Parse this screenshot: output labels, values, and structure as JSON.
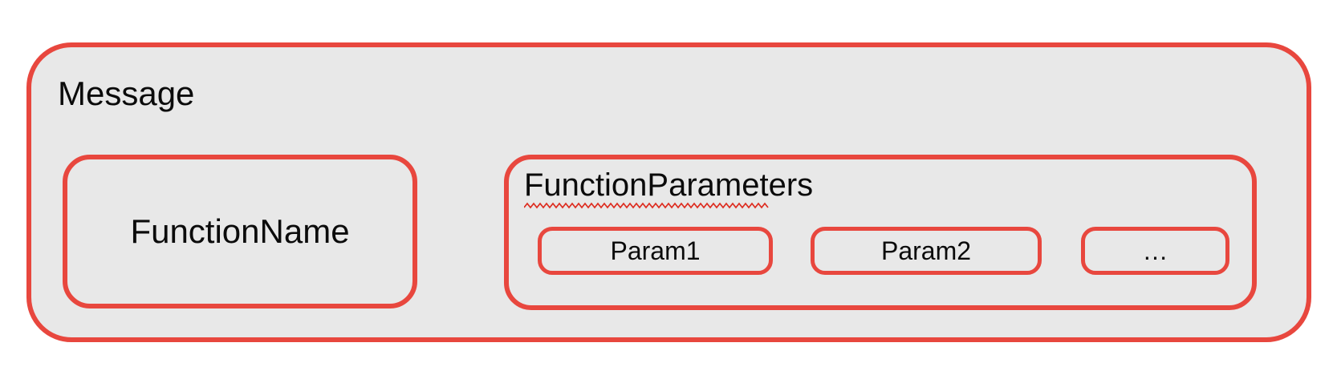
{
  "diagram": {
    "message": {
      "label": "Message"
    },
    "function_name": {
      "label": "FunctionName"
    },
    "function_parameters": {
      "label": "FunctionParameters",
      "has_spellcheck_underline": true,
      "params": [
        {
          "label": "Param1"
        },
        {
          "label": "Param2"
        },
        {
          "label": "…"
        }
      ]
    },
    "colors": {
      "border_red": "#e8473e",
      "fill_gray": "#e8e8e8",
      "squiggle_red": "#dd2c20",
      "text": "#0b0b0b",
      "page_background": "#ffffff"
    }
  }
}
